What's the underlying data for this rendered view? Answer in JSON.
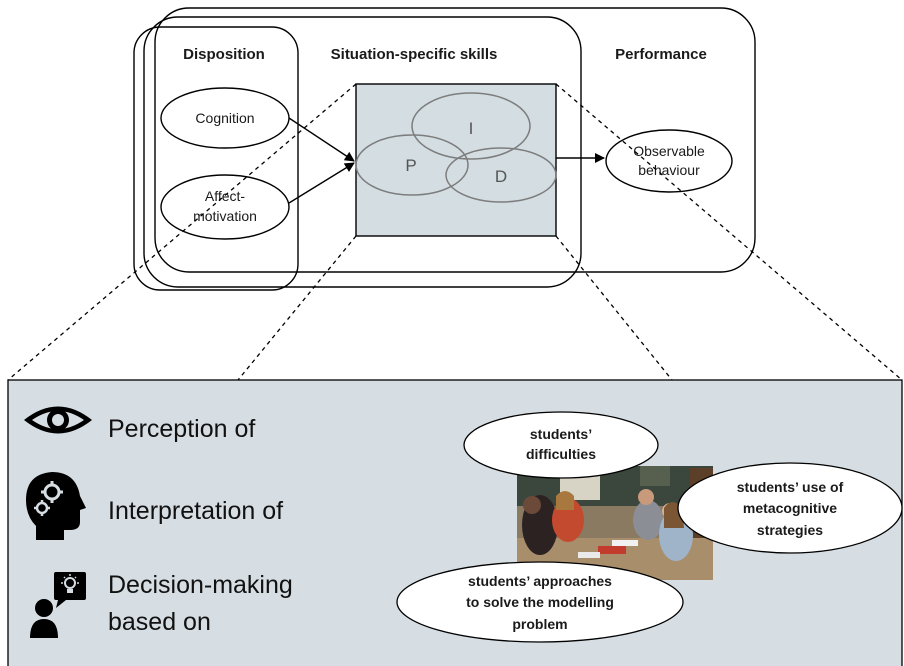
{
  "colors": {
    "panel_fill": "#d6dee3",
    "center_fill": "#d3dde2",
    "stroke": "#000000",
    "pid_stroke": "#7d7d7d"
  },
  "model": {
    "disposition_header": "Disposition",
    "skills_header": "Situation-specific skills",
    "performance_header": "Performance",
    "cognition": "Cognition",
    "affect_line1": "Affect-",
    "affect_line2": "motivation",
    "pid_p": "P",
    "pid_i": "I",
    "pid_d": "D",
    "observable_line1": "Observable",
    "observable_line2": "behaviour"
  },
  "detail": {
    "perception": "Perception of",
    "interpretation": "Interpretation of",
    "decision_line1": "Decision-making",
    "decision_line2": "based on",
    "icons": [
      "eye-icon",
      "head-gears-icon",
      "person-idea-icon"
    ]
  },
  "bubbles": {
    "difficulties_line1": "students’",
    "difficulties_line2": "difficulties",
    "metacog_line1": "students’ use of",
    "metacog_line2": "metacognitive",
    "metacog_line3": "strategies",
    "approaches_line1": "students’ approaches",
    "approaches_line2": "to solve the modelling",
    "approaches_line3": "problem"
  },
  "photo": {
    "description_icon": "classroom-photo"
  }
}
